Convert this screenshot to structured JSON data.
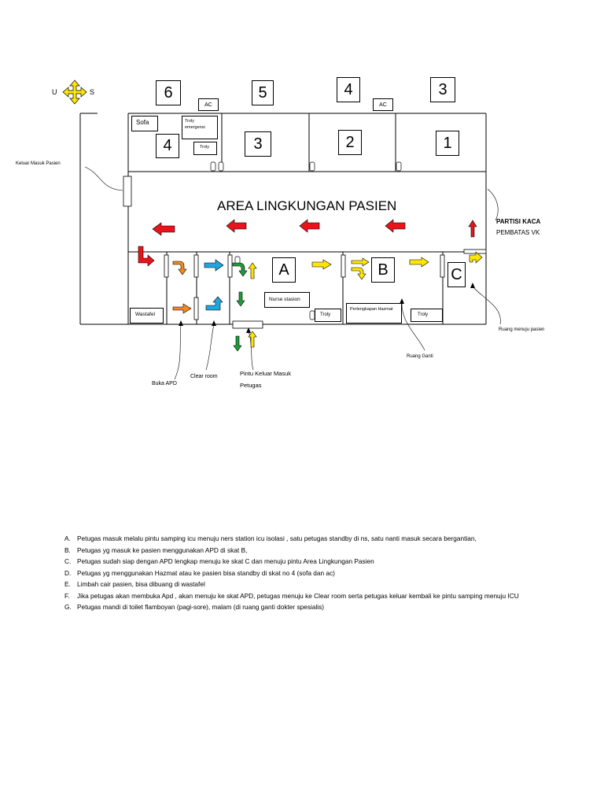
{
  "compass": {
    "left": "U",
    "right": "S"
  },
  "top_numbers": {
    "n6": "6",
    "n5": "5",
    "n4": "4",
    "n3": "3"
  },
  "ac_labels": {
    "ac1": "AC",
    "ac2": "AC"
  },
  "rooms": {
    "sofa": "Sofa",
    "troly_emergensi": "Troly emergensi",
    "troly_small": "Troly",
    "room4": "4",
    "room3": "3",
    "room2": "2",
    "room1": "1"
  },
  "area_title": "AREA LINGKUNGAN PASIEN",
  "partition": {
    "line1": "PARTISI KACA",
    "line2": "PEMBATAS VK"
  },
  "callouts": {
    "keluar_masuk_pasien": "Keluar Masuk Pasien",
    "ruang_menuju_pasien": "Ruang menuju pasien",
    "ruang_ganti": "Ruang Ganti",
    "pintu_keluar_line1": "Pintu Keluar Masuk",
    "pintu_keluar_line2": "Petugas",
    "clear_room": "Clear room",
    "buka_apd": "Buka APD"
  },
  "lower_rooms": {
    "wastafel": "Wastafel",
    "nurse_station": "Nurse stasion",
    "troly1": "Troly",
    "perlengkapan": "Perlengkapan Hazmat",
    "troly2": "Troly",
    "skat_a": "A",
    "skat_b": "B",
    "skat_c": "C"
  },
  "notes": [
    {
      "letter": "A.",
      "text": "Petugas masuk melalu pintu samping icu menuju ners station icu isolasi , satu petugas standby di ns, satu nanti masuk secara bergantian,"
    },
    {
      "letter": "B.",
      "text": "Petugas yg masuk ke pasien menggunakan APD di skat B,"
    },
    {
      "letter": "C.",
      "text": "Petugas sudah siap dengan APD lengkap menuju ke skat C dan menuju pintu Area Lingkungan Pasien"
    },
    {
      "letter": "D.",
      "text": "Petugas yg menggunakan Hazmat atau ke pasien bisa standby di skat no 4 (sofa dan ac)"
    },
    {
      "letter": "E.",
      "text": "Limbah cair pasien, bisa dibuang di wastafel"
    },
    {
      "letter": "F.",
      "text": "Jika petugas akan membuka Apd , akan menuju ke skat APD, petugas menuju ke Clear room serta petugas keluar kembali ke pintu samping menuju ICU"
    },
    {
      "letter": "G.",
      "text": "Petugas mandi di toilet flamboyan (pagi-sore), malam (di ruang ganti dokter spesialis)"
    }
  ],
  "colors": {
    "red": "#e8141b",
    "yellow": "#ffe600",
    "green": "#1f9c3a",
    "blue": "#1ea7e0",
    "orange": "#f08a1c"
  }
}
